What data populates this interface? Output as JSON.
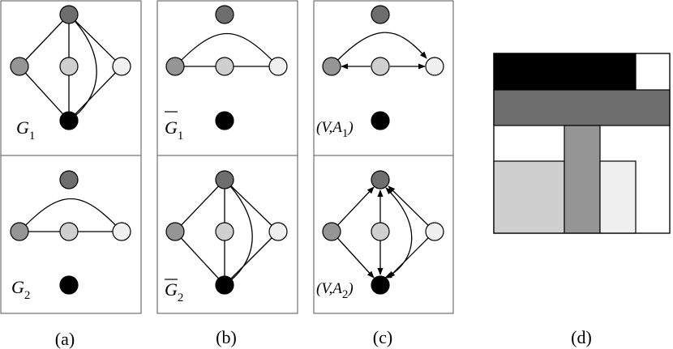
{
  "captions": {
    "a": "(a)",
    "b": "(b)",
    "c": "(c)",
    "d": "(d)"
  },
  "graph_labels": {
    "a_top": {
      "main": "G",
      "sub": "1"
    },
    "a_bottom": {
      "main": "G",
      "sub": "2"
    },
    "b_top": {
      "main": "G",
      "sub": "1",
      "overline": true
    },
    "b_bottom": {
      "main": "G",
      "sub": "2",
      "overline": true
    },
    "c_top": {
      "prefix": "(V,A",
      "sub": "1",
      "suffix": ")"
    },
    "c_bottom": {
      "prefix": "(V,A",
      "sub": "2",
      "suffix": ")"
    }
  },
  "node_colors": {
    "top": "#6e6e6e",
    "left": "#959595",
    "mid": "#cfcfcf",
    "right": "#f0f0f0",
    "bottom": "#000000"
  },
  "matrix_colors": {
    "black": "#000000",
    "dark": "#6e6e6e",
    "mid": "#959595",
    "light": "#cfcfcf",
    "lighter": "#f0f0f0",
    "white": "#ffffff"
  }
}
